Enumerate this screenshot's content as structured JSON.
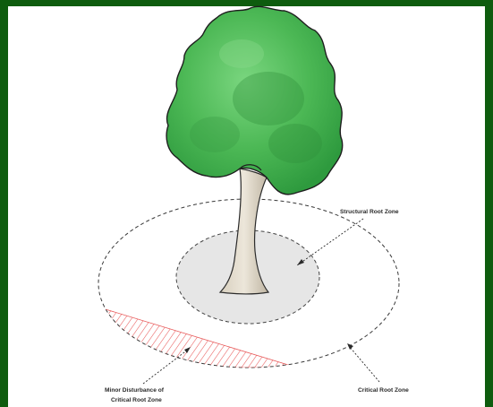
{
  "labels": {
    "structural_root_zone": "Structural Root Zone",
    "critical_root_zone": "Critical Root Zone",
    "minor_disturbance_line1": "Minor Disturbance of",
    "minor_disturbance_line2": "Critical Root Zone"
  },
  "colors": {
    "frame_border": "#0e5c0e",
    "canopy": "#4fbf5a",
    "structural_zone_fill": "#e6e6e6",
    "disturbance_hatch": "#e85a5a"
  }
}
